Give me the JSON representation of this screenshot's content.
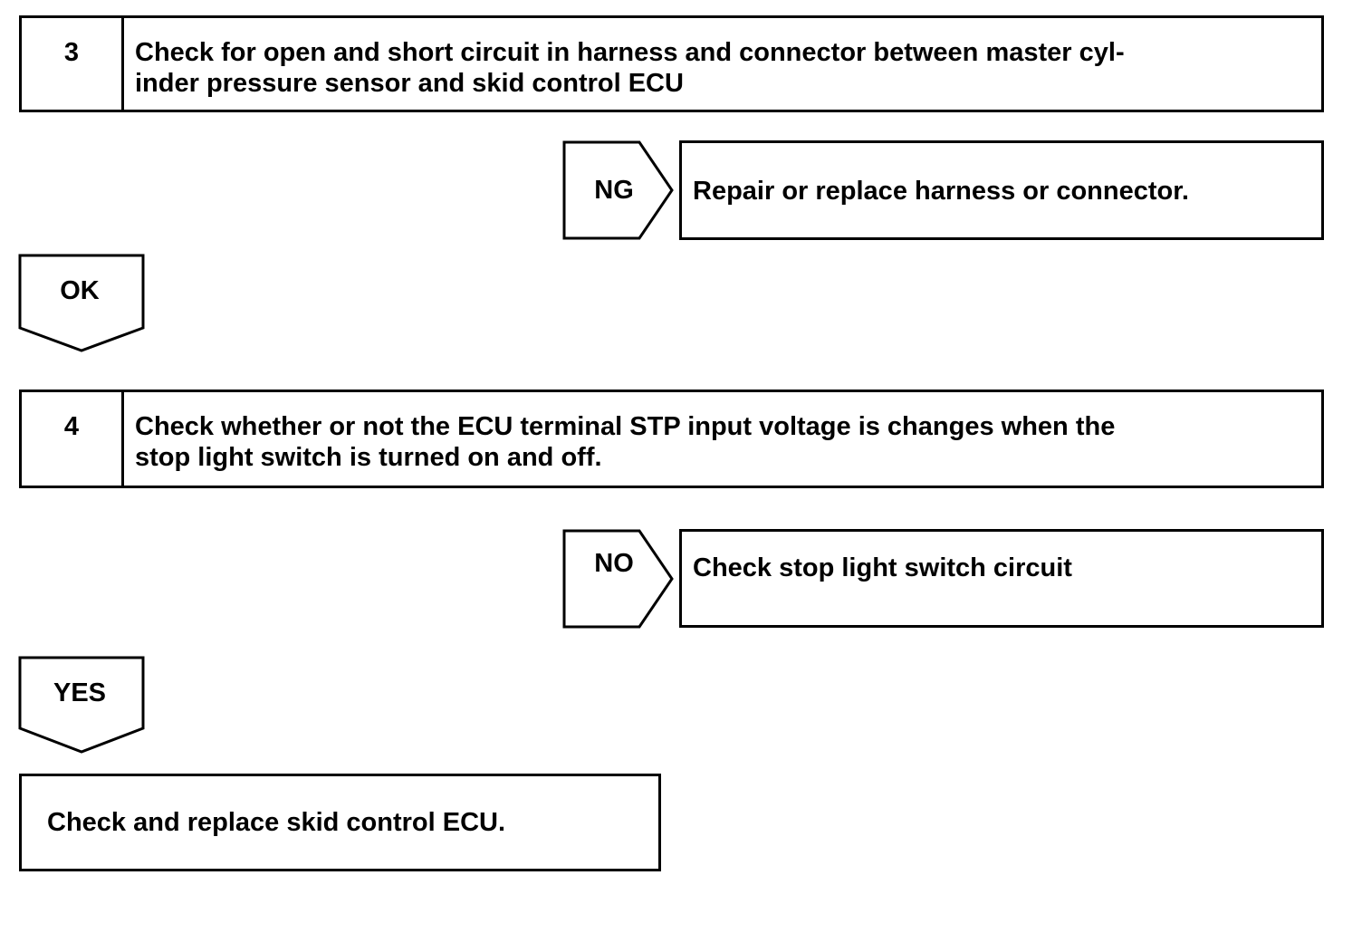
{
  "steps": [
    {
      "number": "3",
      "text": "Check for open and short circuit in harness and connector between master cyl-inder pressure sensor and skid control ECU",
      "line1": "Check for open and short circuit in harness and connector between master cyl-",
      "line2": "inder pressure sensor and skid control ECU",
      "negative_label": "NG",
      "negative_action": "Repair or replace harness or connector.",
      "positive_label": "OK"
    },
    {
      "number": "4",
      "text": "Check whether or not the ECU terminal STP input voltage is changes when the stop light switch is turned on and off.",
      "line1": "Check whether or not the ECU terminal STP input voltage is changes when the",
      "line2": "stop light switch is turned on and off.",
      "negative_label": "NO",
      "negative_action": "Check stop light switch circuit",
      "positive_label": "YES"
    }
  ],
  "final_action": "Check and replace skid control ECU."
}
